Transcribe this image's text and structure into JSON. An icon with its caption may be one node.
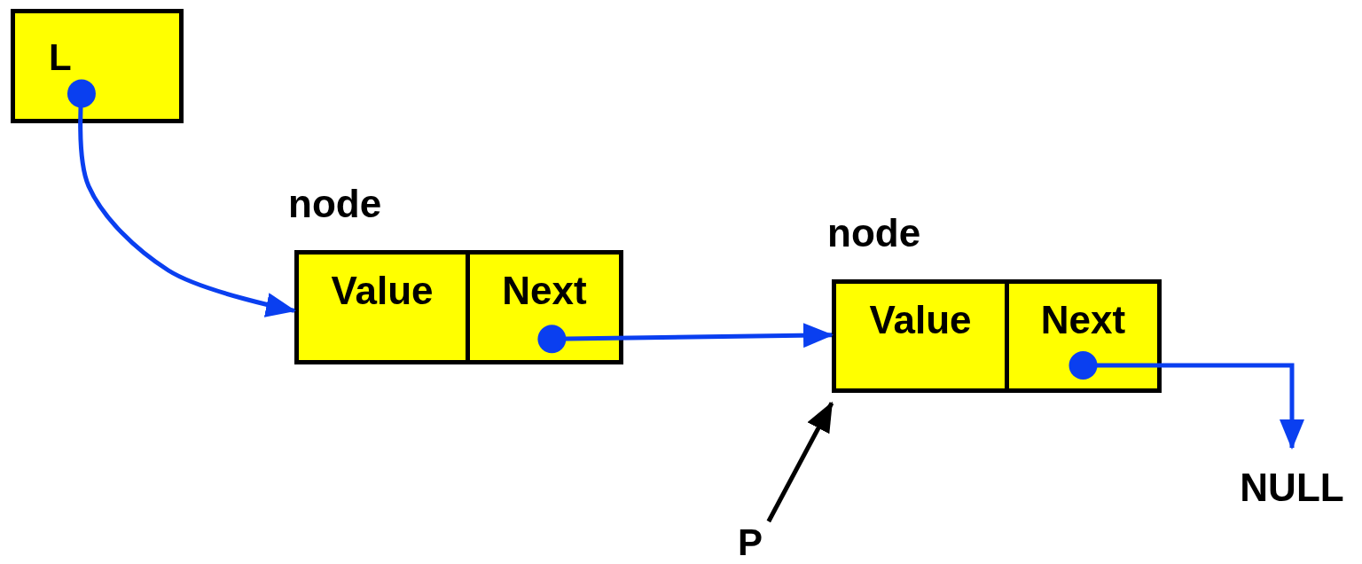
{
  "diagram": {
    "nodes": [
      {
        "text": [
          "L"
        ]
      },
      {
        "text": [
          "node"
        ]
      },
      {
        "text": [
          "Value"
        ],
        "in": 1
      },
      {
        "text": [
          "Next"
        ],
        "in": 1
      },
      {
        "text": [
          "node"
        ]
      },
      {
        "text": [
          "Value"
        ],
        "in": 4
      },
      {
        "text": [
          "Next"
        ],
        "in": 4
      },
      {
        "text": [
          "NULL"
        ]
      },
      {
        "text": [
          "P"
        ]
      }
    ],
    "edges": [
      {
        "from": 0,
        "to": 1,
        "arrow": "to"
      },
      {
        "from": 3,
        "to": 4,
        "arrow": "to"
      },
      {
        "from": 6,
        "to": 7,
        "arrow": "to"
      },
      {
        "from": 8,
        "to": 4,
        "arrow": "to",
        "color": "#000000"
      }
    ]
  }
}
